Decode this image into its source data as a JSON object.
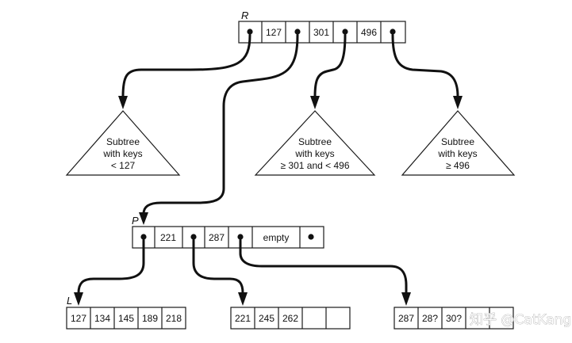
{
  "root_node": {
    "label": "R",
    "keys": [
      "127",
      "301",
      "496"
    ]
  },
  "subtrees": {
    "left": [
      "Subtree",
      "with keys",
      "< 127"
    ],
    "middle": [
      "Subtree",
      "with keys",
      "≥ 301 and < 496"
    ],
    "right": [
      "Subtree",
      "with keys",
      "≥ 496"
    ]
  },
  "internal_node": {
    "label": "P",
    "keys": [
      "221",
      "287"
    ],
    "empty_text": "empty"
  },
  "leaf_nodes": {
    "label": "L",
    "leaf1": [
      "127",
      "134",
      "145",
      "189",
      "218"
    ],
    "leaf2": [
      "221",
      "245",
      "262",
      "",
      ""
    ],
    "leaf3": [
      "287",
      "28?",
      "30?",
      "",
      ""
    ]
  },
  "watermark": "知乎 @CatKang"
}
